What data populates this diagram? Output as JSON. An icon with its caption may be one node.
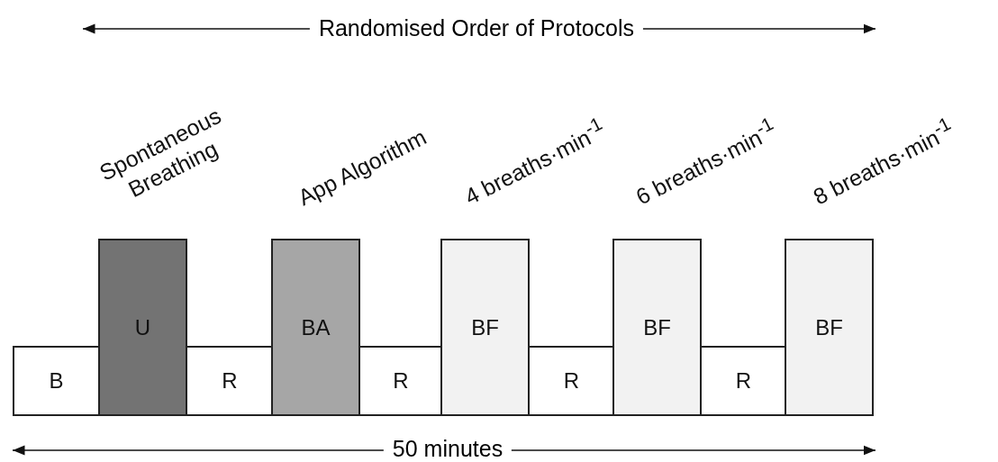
{
  "diagram": {
    "nodes": [
      {
        "text": [
          "B"
        ]
      },
      {
        "text": [
          "U"
        ],
        "beside": [
          "Spontaneous Breathing"
        ]
      },
      {
        "text": [
          "R"
        ]
      },
      {
        "text": [
          "BA"
        ],
        "beside": [
          "App Algorithm"
        ]
      },
      {
        "text": [
          "R"
        ]
      },
      {
        "text": [
          "BF"
        ],
        "beside": [
          "4 breaths·min$^{-1}$"
        ]
      },
      {
        "text": [
          "R"
        ]
      },
      {
        "text": [
          "BF"
        ],
        "beside": [
          "6 breaths·min$^{-1}$"
        ]
      },
      {
        "text": [
          "R"
        ]
      },
      {
        "text": [
          "BF"
        ],
        "beside": [
          "8 breaths·min$^{-1}$"
        ]
      }
    ],
    "edges": [],
    "labels": [
      "Randomised Order of Protocols",
      "50 minutes"
    ]
  }
}
